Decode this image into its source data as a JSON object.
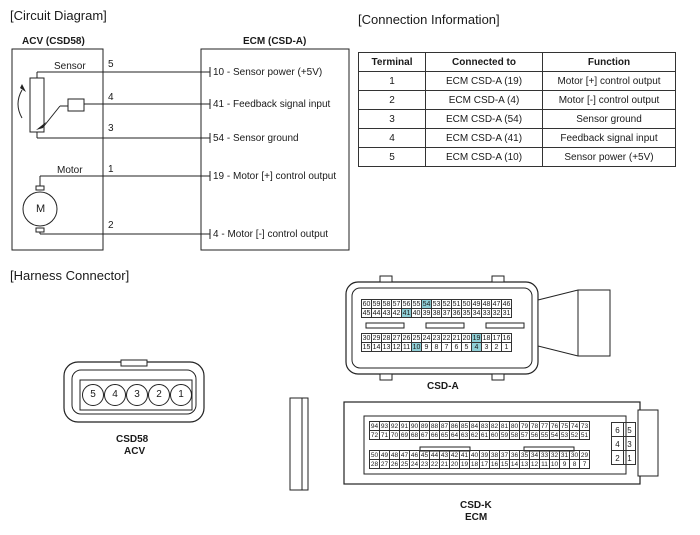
{
  "circuit": {
    "title": "[Circuit Diagram]",
    "acv_label": "ACV (CSD58)",
    "ecm_label": "ECM (CSD-A)",
    "sensor_label": "Sensor",
    "motor_label": "Motor",
    "motor_symbol": "M",
    "acv_pins": [
      "5",
      "4",
      "3",
      "1",
      "2"
    ],
    "ecm_lines": [
      "10 - Sensor power (+5V)",
      "41 - Feedback signal input",
      "54 - Sensor ground",
      "19 - Motor [+] control output",
      "4 - Motor [-] control output"
    ]
  },
  "connection": {
    "title": "[Connection Information]",
    "headers": [
      "Terminal",
      "Connected to",
      "Function"
    ],
    "rows": [
      [
        "1",
        "ECM CSD-A (19)",
        "Motor [+] control output"
      ],
      [
        "2",
        "ECM CSD-A (4)",
        "Motor [-] control output"
      ],
      [
        "3",
        "ECM CSD-A (54)",
        "Sensor ground"
      ],
      [
        "4",
        "ECM CSD-A (41)",
        "Feedback signal input"
      ],
      [
        "5",
        "ECM CSD-A (10)",
        "Sensor power (+5V)"
      ]
    ]
  },
  "harness": {
    "title": "[Harness Connector]",
    "csd58_pins": [
      "5",
      "4",
      "3",
      "2",
      "1"
    ],
    "csd58_label1": "CSD58",
    "csd58_label2": "ACV",
    "csda_label": "CSD-A",
    "csda_row1": [
      "60",
      "59",
      "58",
      "57",
      "56",
      "55",
      "54",
      "53",
      "52",
      "51",
      "50",
      "49",
      "48",
      "47",
      "46"
    ],
    "csda_row2": [
      "45",
      "44",
      "43",
      "42",
      "41",
      "40",
      "39",
      "38",
      "37",
      "36",
      "35",
      "34",
      "33",
      "32",
      "31"
    ],
    "csda_row3": [
      "30",
      "29",
      "28",
      "27",
      "26",
      "25",
      "24",
      "23",
      "22",
      "21",
      "20",
      "19",
      "18",
      "17",
      "16"
    ],
    "csda_row4": [
      "15",
      "14",
      "13",
      "12",
      "11",
      "10",
      "9",
      "8",
      "7",
      "6",
      "5",
      "4",
      "3",
      "2",
      "1"
    ],
    "csda_highlight": [
      "54",
      "41",
      "19",
      "10",
      "4"
    ],
    "csdk_label1": "CSD-K",
    "csdk_label2": "ECM",
    "csdk_row1": [
      "94",
      "93",
      "92",
      "91",
      "90",
      "89",
      "88",
      "87",
      "86",
      "85",
      "84",
      "83",
      "82",
      "81",
      "80",
      "79",
      "78",
      "77",
      "76",
      "75",
      "74",
      "73"
    ],
    "csdk_row2": [
      "72",
      "71",
      "70",
      "69",
      "68",
      "67",
      "66",
      "65",
      "64",
      "63",
      "62",
      "61",
      "60",
      "59",
      "58",
      "57",
      "56",
      "55",
      "54",
      "53",
      "52",
      "51"
    ],
    "csdk_row3": [
      "50",
      "49",
      "48",
      "47",
      "46",
      "45",
      "44",
      "43",
      "42",
      "41",
      "40",
      "39",
      "38",
      "37",
      "36",
      "35",
      "34",
      "33",
      "32",
      "31",
      "30",
      "29"
    ],
    "csdk_row4": [
      "28",
      "27",
      "26",
      "25",
      "24",
      "23",
      "22",
      "21",
      "20",
      "19",
      "18",
      "17",
      "16",
      "15",
      "14",
      "13",
      "12",
      "11",
      "10",
      "9",
      "8",
      "7"
    ],
    "csdk_side": [
      "6",
      "5",
      "4",
      "3",
      "2",
      "1"
    ],
    "highlight_color": "#8fcfd6"
  }
}
